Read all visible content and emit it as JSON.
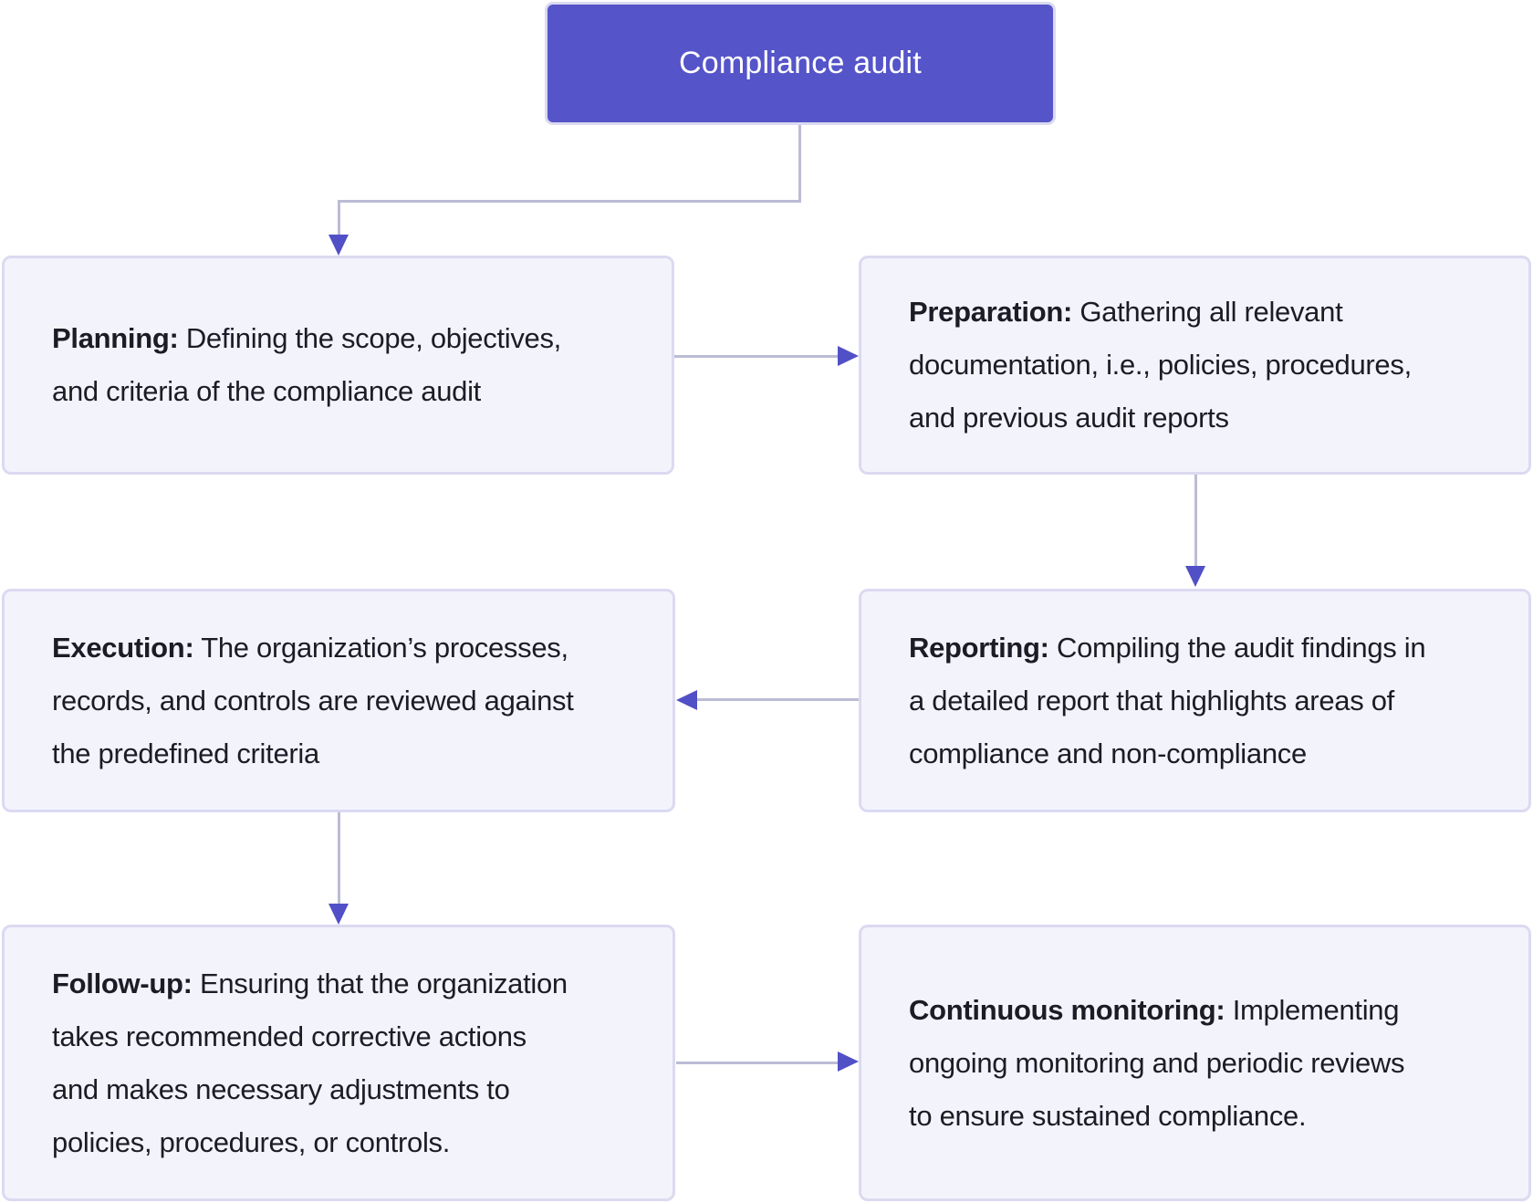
{
  "colors": {
    "accent": "#5554c9",
    "arrow": "#5150c6",
    "node_fill": "#f3f3fc",
    "node_border": "#dbdaf1",
    "connector": "#bcbcd6",
    "text": "#1c1c26",
    "title_text": "#ffffff",
    "background": "#ffffff"
  },
  "start_node": {
    "label": "Compliance audit"
  },
  "nodes": [
    {
      "id": "planning",
      "label": "Planning:",
      "text": " Defining the scope, objectives,\nand criteria of the compliance audit"
    },
    {
      "id": "preparation",
      "label": "Preparation:",
      "text": " Gathering all relevant\ndocumentation, i.e., policies, procedures,\nand previous audit reports"
    },
    {
      "id": "execution",
      "label": "Execution:",
      "text": " The organization’s processes,\nrecords, and controls are reviewed against\nthe predefined criteria"
    },
    {
      "id": "reporting",
      "label": "Reporting:",
      "text": " Compiling the audit findings in\na detailed report that highlights areas of\ncompliance and non-compliance"
    },
    {
      "id": "followup",
      "label": "Follow-up:",
      "text": " Ensuring that the organization\ntakes recommended corrective actions\nand makes necessary adjustments to\npolicies, procedures, or controls."
    },
    {
      "id": "continuous",
      "label": "Continuous monitoring:",
      "text": " Implementing\nongoing monitoring and periodic reviews\nto ensure sustained compliance."
    }
  ],
  "edges": [
    {
      "from": "compliance-audit",
      "to": "planning"
    },
    {
      "from": "planning",
      "to": "preparation"
    },
    {
      "from": "preparation",
      "to": "reporting"
    },
    {
      "from": "reporting",
      "to": "execution"
    },
    {
      "from": "execution",
      "to": "followup"
    },
    {
      "from": "followup",
      "to": "continuous"
    }
  ]
}
